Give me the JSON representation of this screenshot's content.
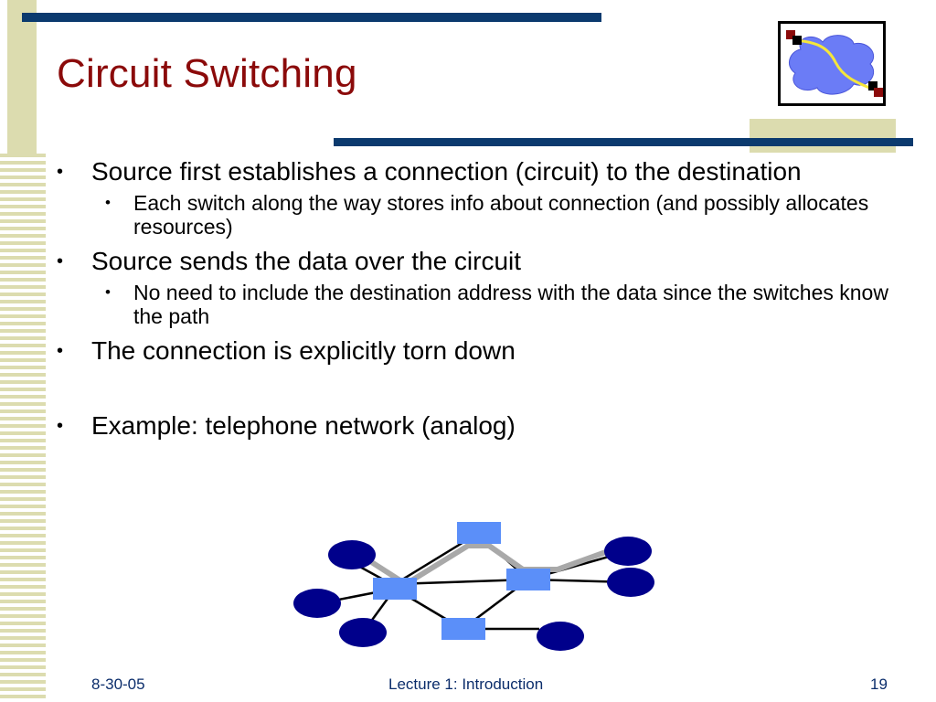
{
  "slide": {
    "title": "Circuit Switching",
    "bullets": [
      {
        "text": "Source first establishes a connection (circuit) to the destination",
        "sub": [
          "Each switch along the way stores info about connection (and possibly allocates resources)"
        ]
      },
      {
        "text": "Source sends the data over the circuit",
        "sub": [
          "No need to include the destination address with the data since the switches know the path"
        ]
      },
      {
        "text": "The connection is explicitly torn down",
        "sub": []
      },
      {
        "text": "Example: telephone network (analog)",
        "sub": []
      }
    ]
  },
  "footer": {
    "date": "8-30-05",
    "center": "Lecture 1: Introduction",
    "page": "19"
  },
  "colors": {
    "title": "#8b0a0a",
    "accent_bar": "#0b3a6e",
    "stripe": "#dcdcaf",
    "node": "#00008b",
    "switch": "#5b8ff9",
    "path": "#a9a9a9",
    "footer_text": "#0b2d6b"
  },
  "icons": {
    "logo": "network-cloud-icon"
  }
}
